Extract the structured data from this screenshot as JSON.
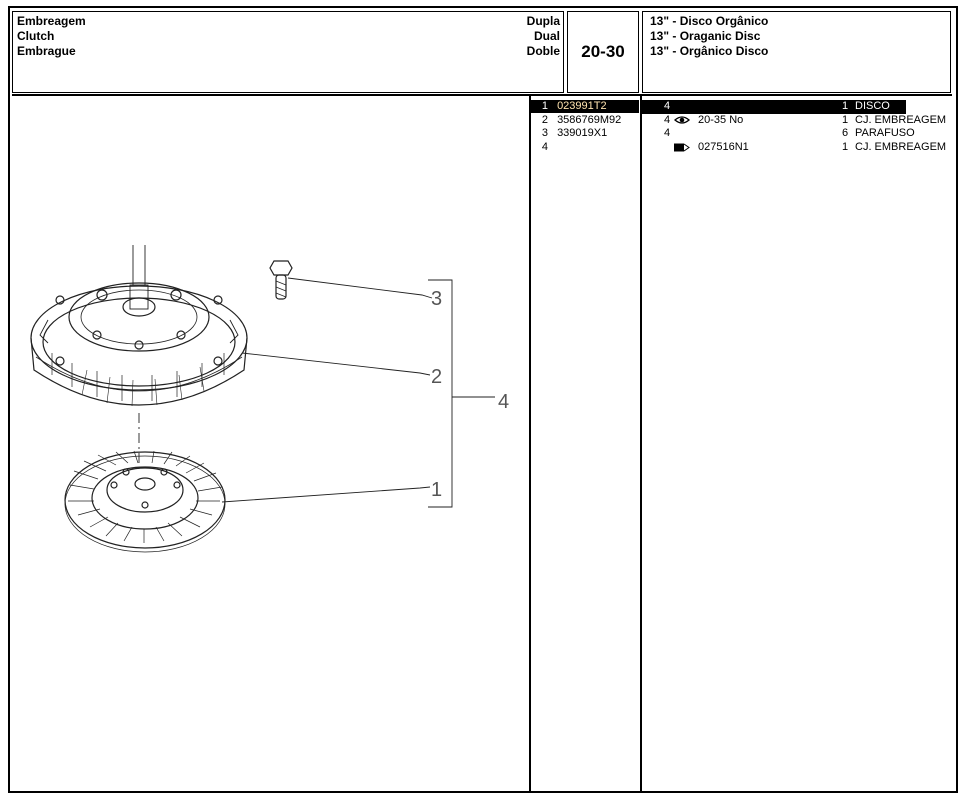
{
  "header": {
    "title_pt": "Embreagem",
    "title_en": "Clutch",
    "title_es": "Embrague",
    "type_pt": "Dupla",
    "type_en": "Dual",
    "type_es": "Doble",
    "model": "20-30",
    "desc_pt": "13\" - Disco Orgânico",
    "desc_en": "13\" - Oraganic Disc",
    "desc_es": "13\" - Orgânico Disco"
  },
  "parts_list": [
    {
      "ref": "1",
      "part_number": "023991T2",
      "selected": true
    },
    {
      "ref": "2",
      "part_number": "3586769M92"
    },
    {
      "ref": "3",
      "part_number": "339019X1"
    },
    {
      "ref": "4",
      "part_number": ""
    }
  ],
  "details": [
    {
      "ref": "4",
      "note": "",
      "qty": "1",
      "description": "DISCO",
      "selected": true
    },
    {
      "ref": "4",
      "note": "20-35 No",
      "note_icon": "eye-icon",
      "qty": "1",
      "description": "CJ. EMBREAGEM"
    },
    {
      "ref": "4",
      "note": "",
      "qty": "6",
      "description": "PARAFUSO"
    },
    {
      "ref": "",
      "note": "027516N1",
      "note_icon": "arrow-tag-icon",
      "qty": "1",
      "description": "CJ. EMBREAGEM"
    }
  ],
  "callouts": [
    "1",
    "2",
    "3",
    "4"
  ],
  "colors": {
    "ink": "#000000",
    "selection_bg": "#000000",
    "selection_text": "#ffffff",
    "selection_part_number": "#ffe4b0"
  }
}
